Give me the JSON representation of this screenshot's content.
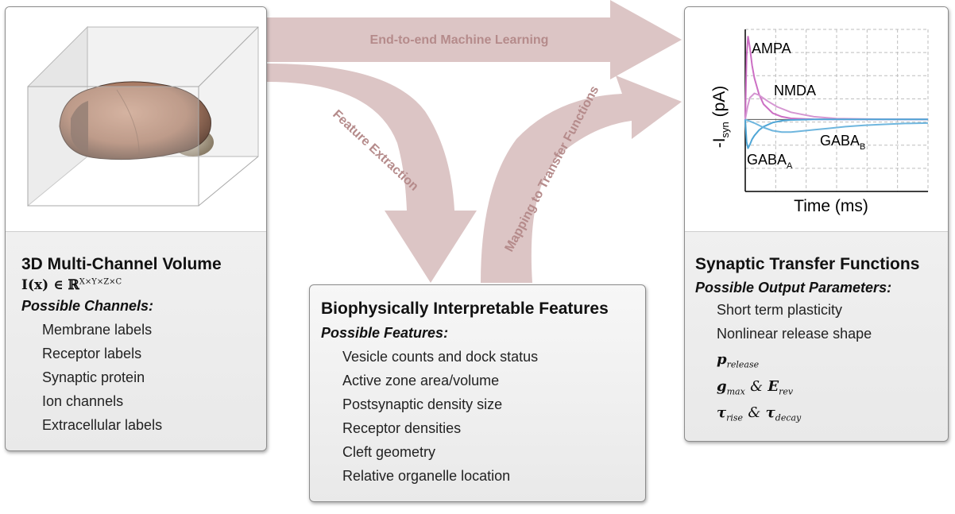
{
  "arrows": {
    "top": "End-to-end Machine Learning",
    "left": "Feature Extraction",
    "right": "Mapping to Transfer Functions"
  },
  "volume_panel": {
    "title": "3D Multi-Channel Volume",
    "formula_lhs": "I(x) ∈ ℝ",
    "formula_sup": "X×Y×Z×C",
    "subtitle": "Possible Channels:",
    "items": [
      "Membrane labels",
      "Receptor labels",
      "Synaptic protein",
      "Ion channels",
      "Extracellular labels"
    ]
  },
  "features_panel": {
    "title": "Biophysically Interpretable Features",
    "subtitle": "Possible Features:",
    "items": [
      "Vesicle counts and dock status",
      "Active zone area/volume",
      "Postsynaptic density size",
      "Receptor densities",
      "Cleft geometry",
      "Relative organelle location"
    ]
  },
  "transfer_panel": {
    "title": "Synaptic Transfer Functions",
    "subtitle": "Possible Output Parameters:",
    "items": [
      "Short term plasticity",
      "Nonlinear release shape"
    ],
    "params": {
      "p": "p",
      "p_sub": "release",
      "g": "g",
      "g_sub": "max",
      "amp": "&",
      "e": "E",
      "e_sub": "rev",
      "tr": "τ",
      "tr_sub": "rise",
      "td": "τ",
      "td_sub": "decay"
    }
  },
  "chart_data": {
    "type": "line",
    "xlabel": "Time (ms)",
    "ylabel_main": "-I",
    "ylabel_sub": "syn",
    "ylabel_unit": " (pA)",
    "grid": true,
    "series": [
      {
        "name": "AMPA",
        "color": "#cc6fc4",
        "x": [
          0,
          0.3,
          0.6,
          1,
          1.5,
          2,
          3,
          4,
          6,
          8,
          10,
          15,
          20,
          30,
          40
        ],
        "y": [
          0,
          7,
          9.2,
          8,
          6,
          4.6,
          2.8,
          1.7,
          0.7,
          0.3,
          0.12,
          0.02,
          0,
          0,
          0
        ]
      },
      {
        "name": "NMDA",
        "color": "#d596d2",
        "x": [
          0,
          0.5,
          1,
          2,
          3,
          5,
          7,
          10,
          15,
          20,
          30,
          40
        ],
        "y": [
          0,
          1.4,
          2.4,
          2.9,
          2.7,
          2.0,
          1.4,
          0.8,
          0.3,
          0.1,
          0.02,
          0
        ]
      },
      {
        "name": "GABA",
        "name_sub": "A",
        "color": "#4fa6d6",
        "x": [
          0,
          0.3,
          0.6,
          1,
          1.5,
          2,
          3,
          4,
          6,
          8,
          10,
          15,
          20,
          40
        ],
        "y": [
          0,
          -2.5,
          -3.2,
          -2.8,
          -2.2,
          -1.8,
          -1.2,
          -0.8,
          -0.35,
          -0.15,
          -0.06,
          0,
          0,
          0
        ]
      },
      {
        "name": "GABA",
        "name_sub": "B",
        "color": "#6fb6de",
        "x": [
          0,
          2,
          4,
          6,
          8,
          10,
          12,
          15,
          18,
          22,
          26,
          30,
          35,
          40
        ],
        "y": [
          0,
          -0.4,
          -0.9,
          -1.25,
          -1.4,
          -1.4,
          -1.3,
          -1.15,
          -1.0,
          -0.8,
          -0.65,
          -0.55,
          -0.45,
          -0.4
        ]
      }
    ]
  }
}
